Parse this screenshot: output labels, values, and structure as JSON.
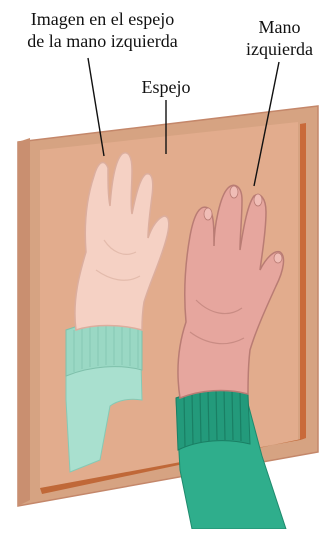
{
  "labels": {
    "mirror_image_line1": "Imagen en el espejo",
    "mirror_image_line2": "de la mano izquierda",
    "left_hand_line1": "Mano",
    "left_hand_line2": "izquierda",
    "mirror": "Espejo"
  },
  "colors": {
    "frame": "#d6a382",
    "frame_edge": "#c4876a",
    "inner_groove": "#c96a3a",
    "glass": "#e2ac8d",
    "glass_shadow": "#d99c7c",
    "reflected_skin": "#f5d1c4",
    "reflected_outline": "#dcae9e",
    "real_skin": "#e6a69e",
    "real_outline": "#b97c74",
    "reflected_sleeve": "#a9e0cf",
    "real_sleeve": "#2fae8c",
    "real_sleeve_dark": "#1f8a6d",
    "leader_line": "#111111"
  },
  "icons": [
    "mirror",
    "reflected-left-hand",
    "left-hand",
    "reflected-sleeve",
    "green-sleeve"
  ]
}
